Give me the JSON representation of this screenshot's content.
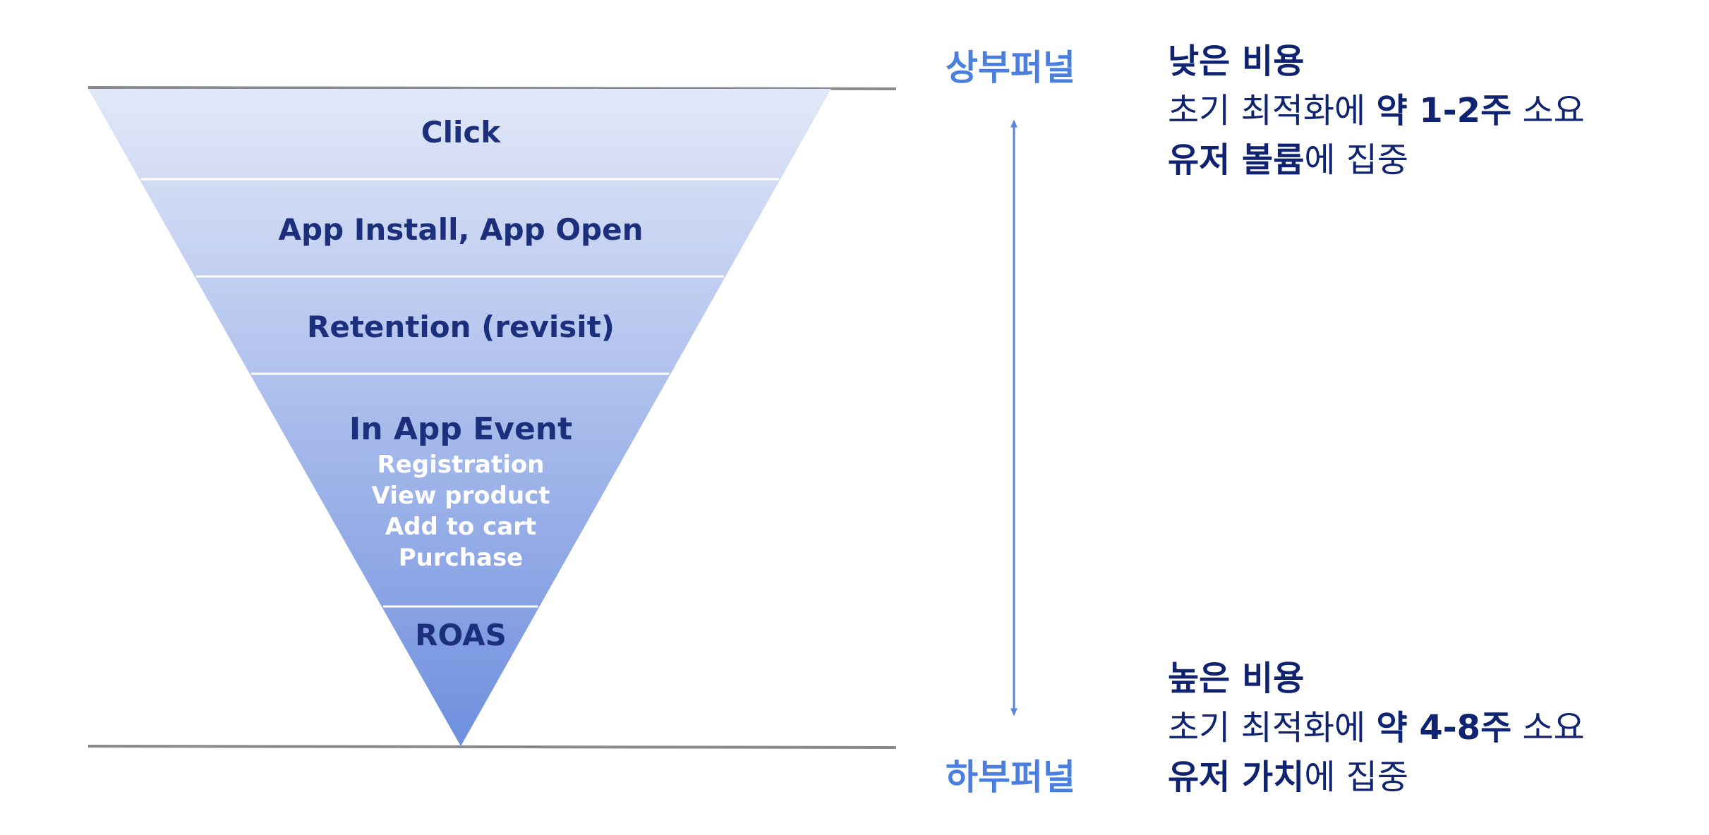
{
  "funnel": {
    "levels": [
      {
        "title": "Click",
        "sub_items": []
      },
      {
        "title": "App Install,  App Open",
        "sub_items": []
      },
      {
        "title": "Retention (revisit)",
        "sub_items": []
      },
      {
        "title": "In App Event",
        "sub_items": [
          "Registration",
          "View product",
          "Add to cart",
          "Purchase"
        ]
      },
      {
        "title": "ROAS",
        "sub_items": []
      }
    ],
    "colors": {
      "top": "#e2e8f8",
      "bottom": "#6f8fde",
      "title_text": "#1b2f7d",
      "sub_text": "#ffffff",
      "separator": "#ffffff",
      "frame_line": "#8a8a8a",
      "arrow": "#5b86e0"
    }
  },
  "labels": {
    "upper": "상부퍼널",
    "lower": "하부퍼널",
    "color": "#4a7fe0"
  },
  "notes": {
    "top": {
      "line1": "낮은 비용",
      "line2": {
        "pre": "초기 최적화에 ",
        "bold": "약 1-2주",
        "post": " 소요"
      },
      "line3": {
        "bold": "유저 볼륨",
        "post": "에 집중"
      }
    },
    "bottom": {
      "line1": "높은 비용",
      "line2": {
        "pre": "초기 최적화에 ",
        "bold": "약 4-8주",
        "post": " 소요"
      },
      "line3": {
        "bold": "유저 가치",
        "post": "에 집중"
      }
    },
    "color": "#0f2370"
  }
}
